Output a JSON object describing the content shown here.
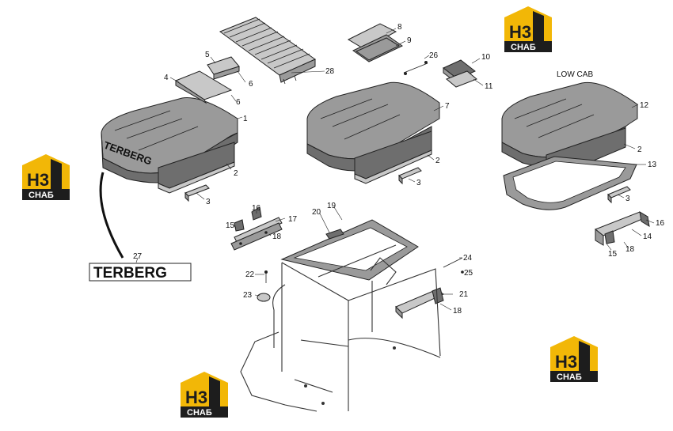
{
  "labels": {
    "low_cab": "LOW CAB",
    "brand_on_seat": "TERBERG",
    "brand_decal": "TERBERG"
  },
  "callouts": [
    {
      "id": "c1",
      "text": "1"
    },
    {
      "id": "c2a",
      "text": "2"
    },
    {
      "id": "c3a",
      "text": "3"
    },
    {
      "id": "c4",
      "text": "4"
    },
    {
      "id": "c5",
      "text": "5"
    },
    {
      "id": "c6a",
      "text": "6"
    },
    {
      "id": "c6b",
      "text": "6"
    },
    {
      "id": "c28",
      "text": "28"
    },
    {
      "id": "c8",
      "text": "8"
    },
    {
      "id": "c9",
      "text": "9"
    },
    {
      "id": "c26",
      "text": "26"
    },
    {
      "id": "c10",
      "text": "10"
    },
    {
      "id": "c11",
      "text": "11"
    },
    {
      "id": "c7",
      "text": "7"
    },
    {
      "id": "c2b",
      "text": "2"
    },
    {
      "id": "c3b",
      "text": "3"
    },
    {
      "id": "c12",
      "text": "12"
    },
    {
      "id": "c2c",
      "text": "2"
    },
    {
      "id": "c13",
      "text": "13"
    },
    {
      "id": "c3c",
      "text": "3"
    },
    {
      "id": "c16a",
      "text": "16"
    },
    {
      "id": "c15a",
      "text": "15"
    },
    {
      "id": "c17",
      "text": "17"
    },
    {
      "id": "c18a",
      "text": "18"
    },
    {
      "id": "c20",
      "text": "20"
    },
    {
      "id": "c19",
      "text": "19"
    },
    {
      "id": "c27",
      "text": "27"
    },
    {
      "id": "c22",
      "text": "22"
    },
    {
      "id": "c23",
      "text": "23"
    },
    {
      "id": "c24",
      "text": "24"
    },
    {
      "id": "c25",
      "text": "25"
    },
    {
      "id": "c21",
      "text": "21"
    },
    {
      "id": "c18b",
      "text": "18"
    },
    {
      "id": "c16b",
      "text": "16"
    },
    {
      "id": "c14",
      "text": "14"
    },
    {
      "id": "c15b",
      "text": "15"
    },
    {
      "id": "c18c",
      "text": "18"
    }
  ],
  "watermarks": [
    {
      "id": "wm1",
      "top": "H3",
      "bottom": "СНАБ"
    },
    {
      "id": "wm2",
      "top": "H3",
      "bottom": "СНАБ"
    },
    {
      "id": "wm3",
      "top": "H3",
      "bottom": "СНАБ"
    },
    {
      "id": "wm4",
      "top": "H3",
      "bottom": "СНАБ"
    }
  ],
  "colors": {
    "watermark_yellow": "#f2b707",
    "watermark_dark": "#1d1d1d",
    "panel_grey": "#9a9a9a",
    "panel_dark": "#6e6e6e"
  }
}
